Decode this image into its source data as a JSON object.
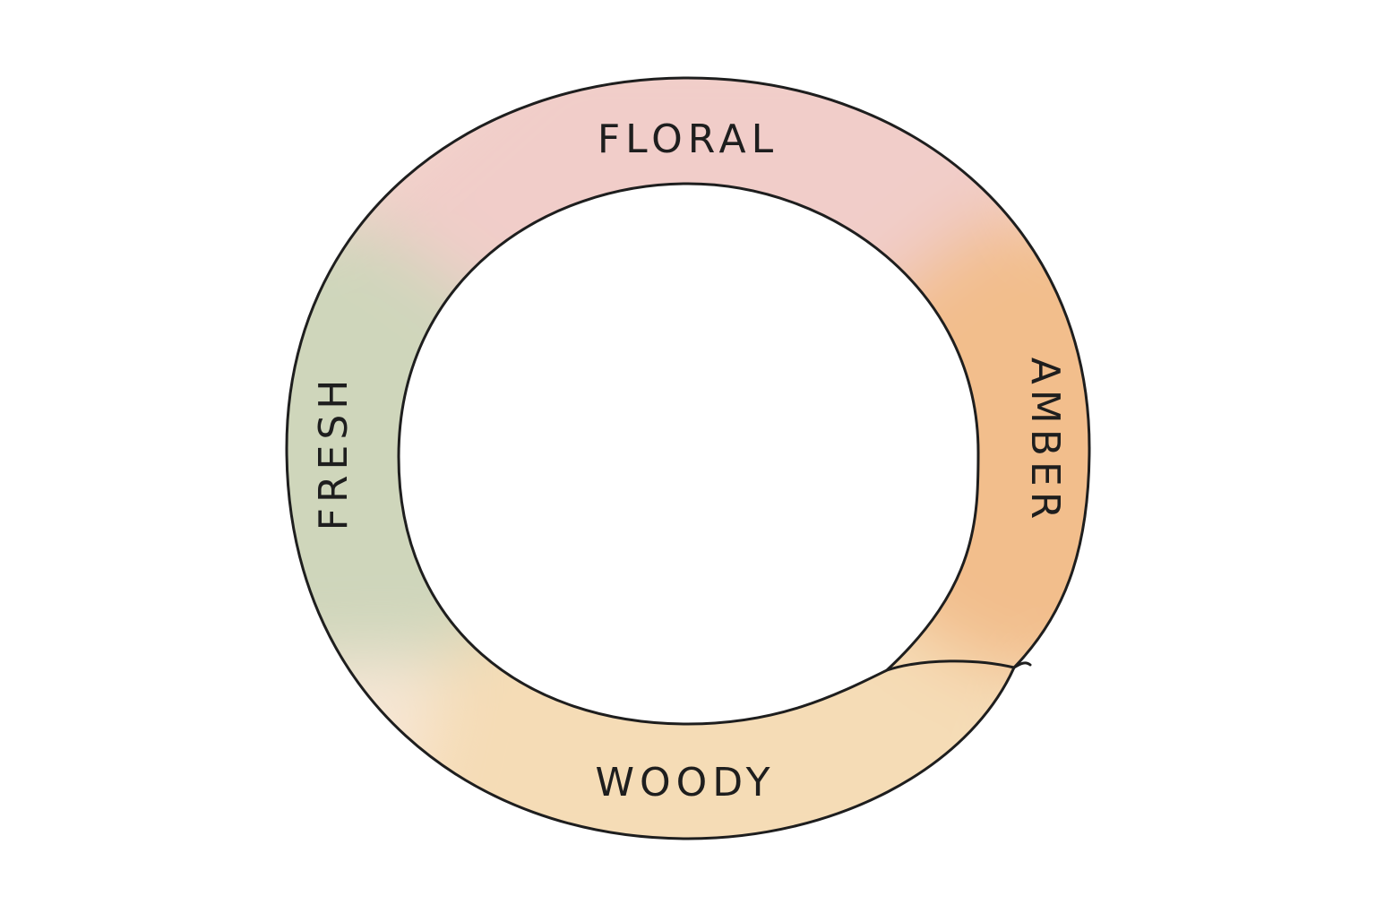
{
  "wheel": {
    "segments": [
      {
        "id": "floral",
        "label": "FLORAL",
        "color": "#f1cdc9"
      },
      {
        "id": "amber",
        "label": "AMBER",
        "color": "#f2be8c"
      },
      {
        "id": "woody",
        "label": "WOODY",
        "color": "#f5dcb6"
      },
      {
        "id": "fresh",
        "label": "FRESH",
        "color": "#cfd6bb"
      }
    ],
    "outline_color": "#1e1e1e",
    "background_color": "#ffffff"
  }
}
